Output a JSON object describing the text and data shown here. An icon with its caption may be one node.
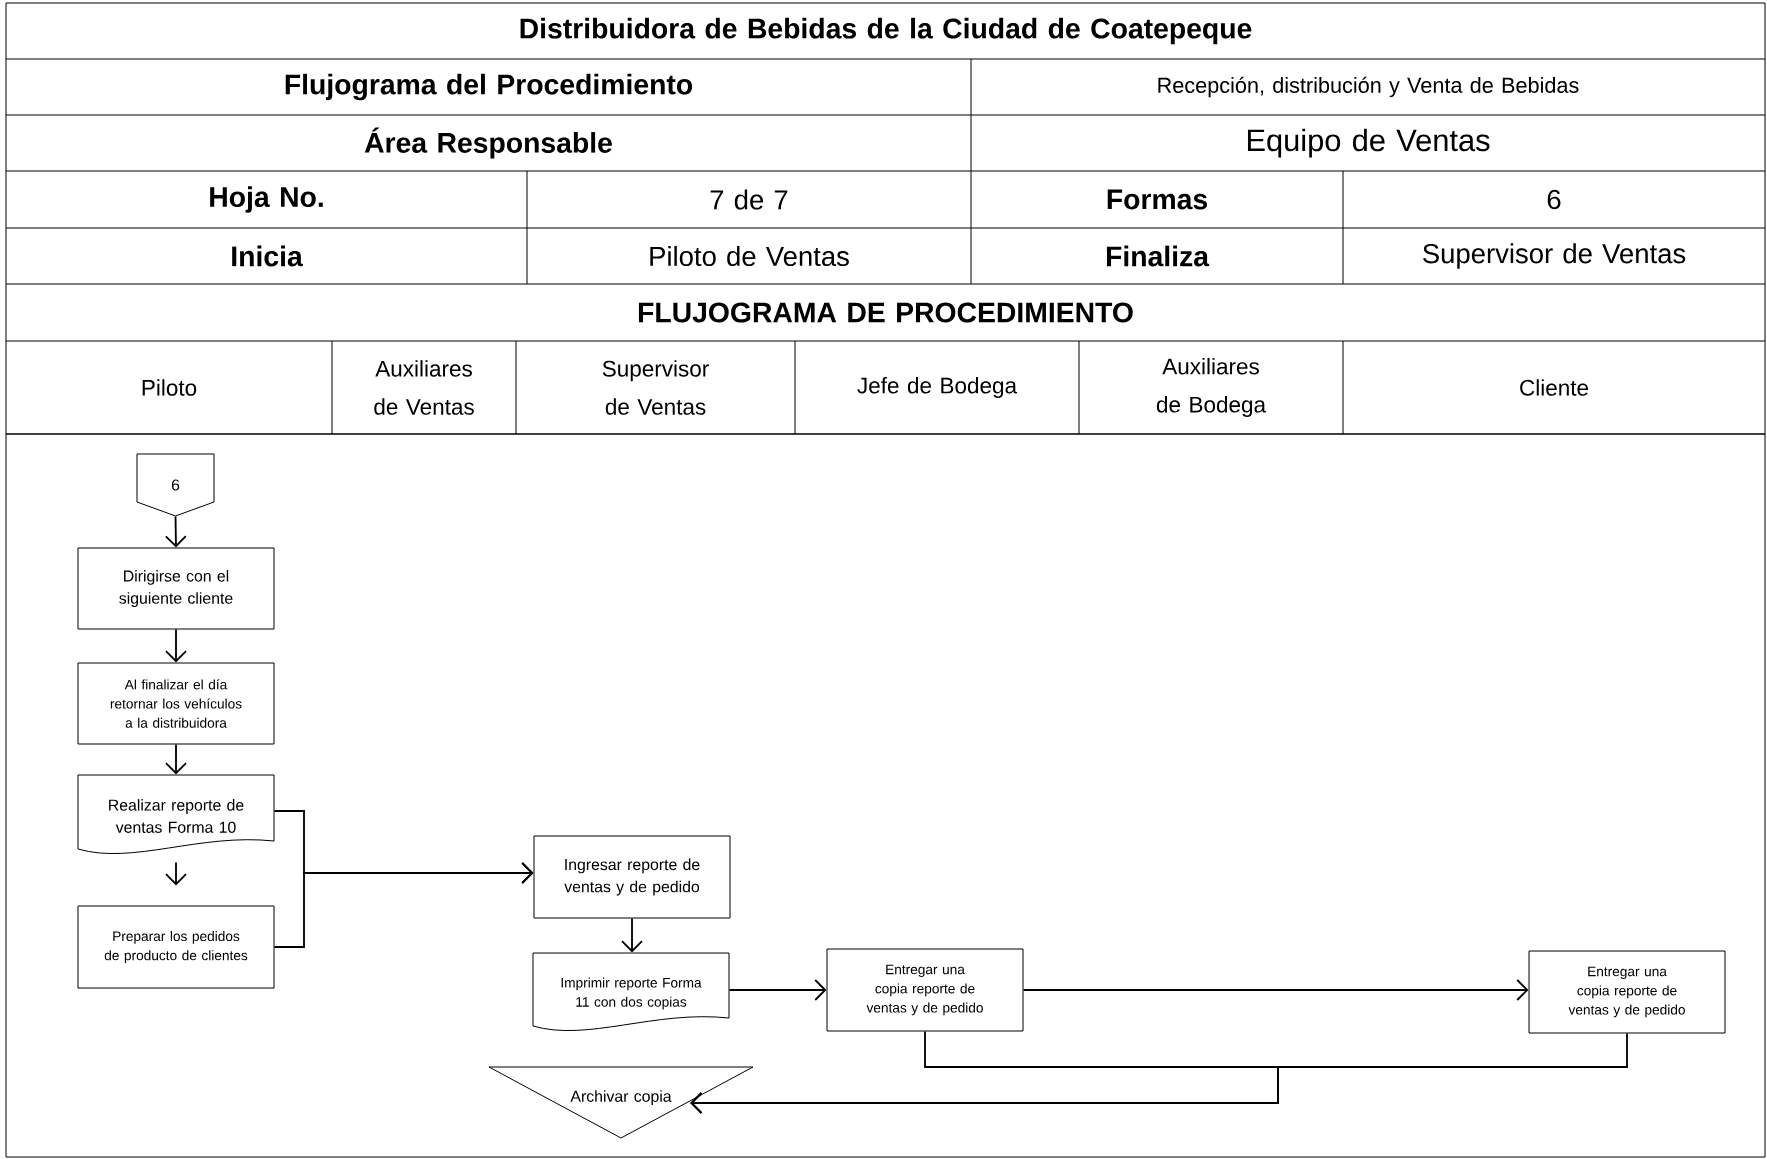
{
  "diagram": {
    "title": "Distribuidora de Bebidas de la Ciudad de Coatepeque",
    "nodes": [
      {
        "text": [
          "6"
        ]
      },
      {
        "text": [
          "Dirigirse con el siguiente cliente"
        ]
      },
      {
        "text": [
          "Al finalizar el día retornar los vehículos a la distribuidora"
        ]
      },
      {
        "text": [
          "Realizar reporte de ventas Forma 10"
        ]
      },
      {
        "text": [
          "Preparar los pedidos de producto de clientes"
        ]
      },
      {
        "text": [
          "Ingresar reporte de ventas y de pedido"
        ]
      },
      {
        "text": [
          "Imprimir reporte Forma 11 con dos copias"
        ]
      },
      {
        "text": [
          "Entregar una copia reporte de ventas y de pedido"
        ]
      },
      {
        "text": [
          "Entregar una copia reporte de ventas y de pedido"
        ]
      },
      {
        "text": [
          "Archivar copia"
        ]
      }
    ],
    "edges": [
      {
        "from": 0,
        "to": 1,
        "arrow": "to"
      },
      {
        "from": 1,
        "to": 2,
        "arrow": "to"
      },
      {
        "from": 2,
        "to": 3,
        "arrow": "to"
      },
      {
        "from": 3,
        "to": 4,
        "arrow": "to"
      },
      {
        "from": 3,
        "to": 5,
        "arrow": "to"
      },
      {
        "from": 4,
        "to": 5,
        "arrow": "to"
      },
      {
        "from": 5,
        "to": 6,
        "arrow": "to"
      },
      {
        "from": 6,
        "to": 7,
        "arrow": "to"
      },
      {
        "from": 7,
        "to": 8,
        "arrow": "to"
      },
      {
        "from": 7,
        "to": 9,
        "arrow": "to"
      },
      {
        "from": 8,
        "to": 9,
        "arrow": "to"
      }
    ],
    "labels": [
      "Flujograma del Procedimiento",
      "Recepción, distribución y Venta de Bebidas",
      "Área Responsable",
      "Equipo de Ventas",
      "Hoja No.",
      "7 de 7",
      "Formas",
      "6",
      "Inicia",
      "Piloto de Ventas",
      "Finaliza",
      "Supervisor de Ventas",
      "FLUJOGRAMA DE PROCEDIMIENTO",
      "Piloto",
      "Auxiliares de Ventas",
      "Supervisor de Ventas",
      "Jefe de Bodega",
      "Auxiliares de Bodega",
      "Cliente"
    ]
  }
}
